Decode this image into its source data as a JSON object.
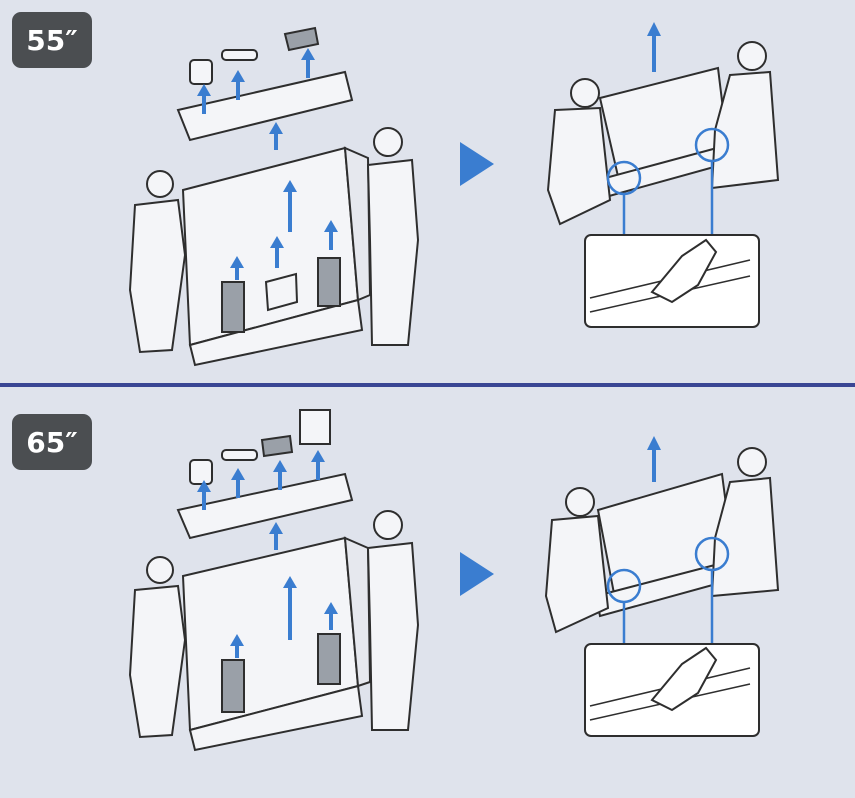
{
  "colors": {
    "background": "#dfe3ec",
    "accent_arrow": "#3a7dd0",
    "divider": "#3a4694",
    "badge": "#4b4e51",
    "line_art": "#2e2e2e"
  },
  "panels": [
    {
      "size_label": "55″"
    },
    {
      "size_label": "65″"
    }
  ],
  "icons": {
    "next_step": "blue-triangle-arrow",
    "lift": "blue-up-arrow"
  }
}
